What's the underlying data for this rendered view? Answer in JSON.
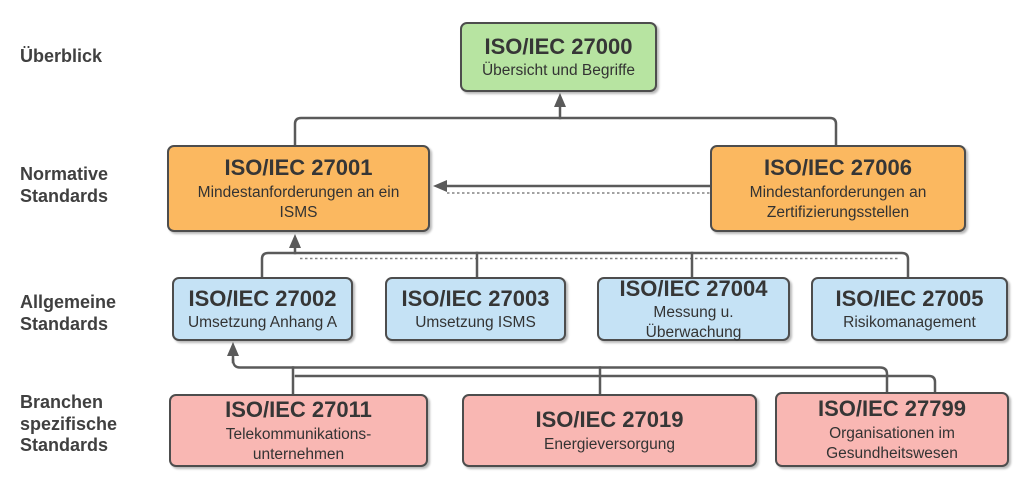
{
  "colors": {
    "overview": "#b7e4a1",
    "normative": "#fbb860",
    "general": "#c5e2f5",
    "sector": "#f9b7b3",
    "border": "#4d4d4d",
    "connector": "#5a5a5a",
    "label": "#404040"
  },
  "row_labels": [
    {
      "id": "ueberblick",
      "label": "Überblick"
    },
    {
      "id": "normative-standards",
      "label": "Normative\nStandards"
    },
    {
      "id": "allgemeine-standards",
      "label": "Allgemeine\nStandards"
    },
    {
      "id": "branchenspezifische-standards",
      "label": "Branchen\nspezifische\nStandards"
    }
  ],
  "nodes": {
    "iso27000": {
      "title": "ISO/IEC 27000",
      "subtitle": "Übersicht und Begriffe",
      "row": "Überblick"
    },
    "iso27001": {
      "title": "ISO/IEC 27001",
      "subtitle": "Mindestanforderungen an ein\nISMS",
      "row": "Normative Standards"
    },
    "iso27006": {
      "title": "ISO/IEC 27006",
      "subtitle": "Mindestanforderungen an\nZertifizierungsstellen",
      "row": "Normative Standards"
    },
    "iso27002": {
      "title": "ISO/IEC 27002",
      "subtitle": "Umsetzung Anhang A",
      "row": "Allgemeine Standards"
    },
    "iso27003": {
      "title": "ISO/IEC 27003",
      "subtitle": "Umsetzung ISMS",
      "row": "Allgemeine Standards"
    },
    "iso27004": {
      "title": "ISO/IEC 27004",
      "subtitle": "Messung u. Überwachung",
      "row": "Allgemeine Standards"
    },
    "iso27005": {
      "title": "ISO/IEC 27005",
      "subtitle": "Risikomanagement",
      "row": "Allgemeine Standards"
    },
    "iso27011": {
      "title": "ISO/IEC 27011",
      "subtitle": "Telekommunikations-\nunternehmen",
      "row": "Branchen spezifische Standards"
    },
    "iso27019": {
      "title": "ISO/IEC 27019",
      "subtitle": "Energieversorgung",
      "row": "Branchen spezifische Standards"
    },
    "iso27799": {
      "title": "ISO/IEC 27799",
      "subtitle": "Organisationen im\nGesundheitswesen",
      "row": "Branchen spezifische Standards"
    }
  }
}
